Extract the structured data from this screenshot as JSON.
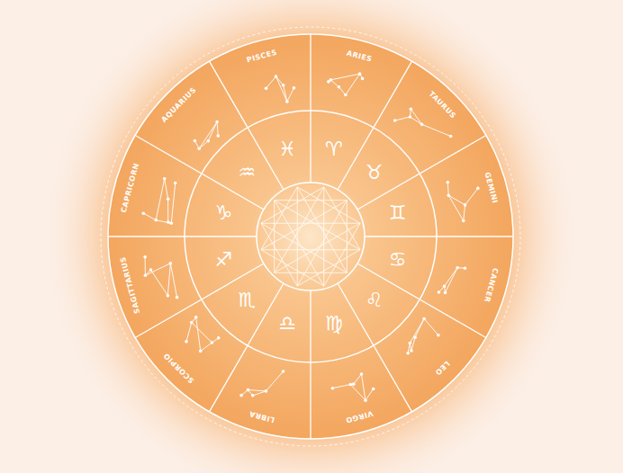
{
  "diagram": {
    "labels": [
      "ARIES",
      "TAURUS",
      "GEMINI",
      "CANCER",
      "LEO",
      "VIRGO",
      "LIBRA",
      "SCORPIO",
      "SAGITTARIUS",
      "CAPRICORN",
      "AQUARIUS",
      "PISCES",
      "♈",
      "♉",
      "♊",
      "♋",
      "♌",
      "♍",
      "♎",
      "♏",
      "♐",
      "♑",
      "♒",
      "♓"
    ]
  }
}
